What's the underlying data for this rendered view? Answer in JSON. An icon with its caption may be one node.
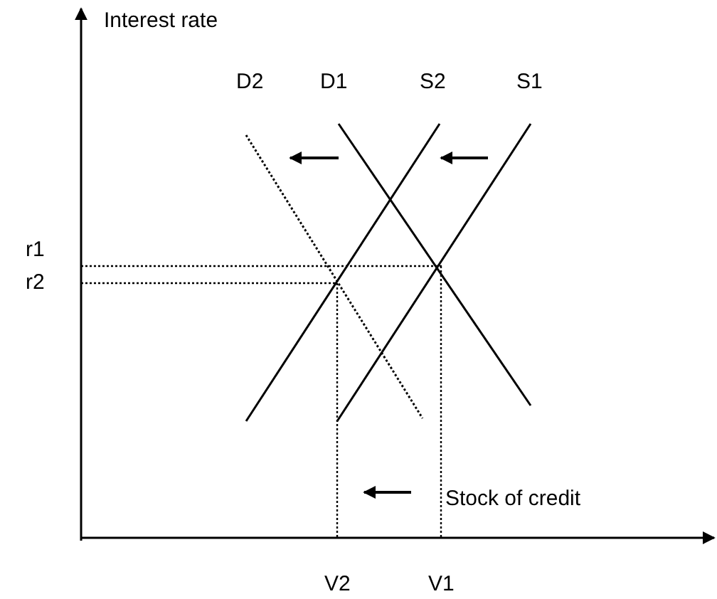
{
  "diagram": {
    "labels": [
      "Interest rate",
      "D2",
      "D1",
      "S2",
      "S1",
      "r1",
      "r2",
      "Stock of credit",
      "V2",
      "V1"
    ]
  }
}
